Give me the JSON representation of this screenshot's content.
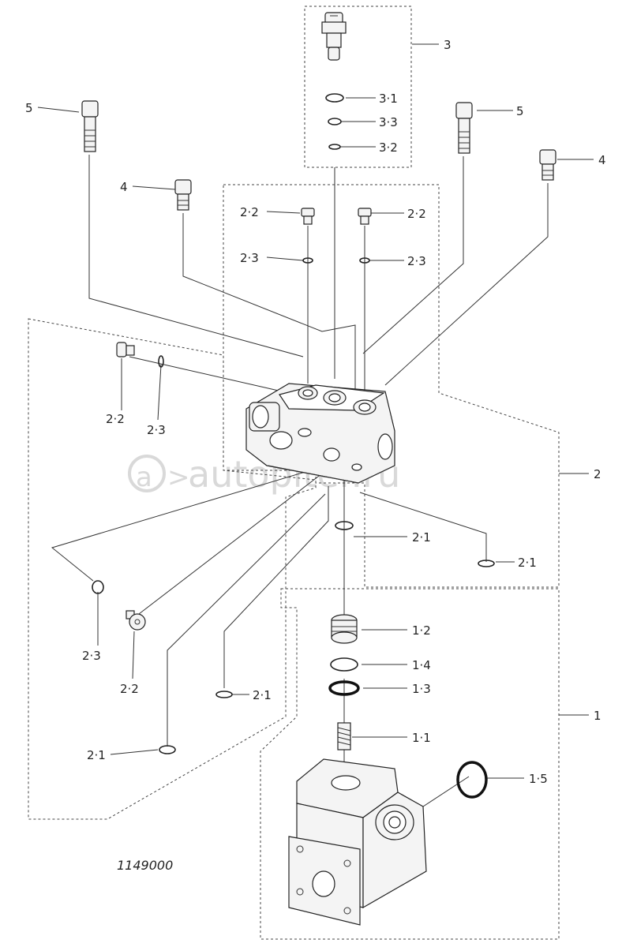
{
  "watermark": "autopiter.ru",
  "reference_number": "1149000",
  "labels": {
    "l1": "1",
    "l1_1": "1·1",
    "l1_2": "1·2",
    "l1_3": "1·3",
    "l1_4": "1·4",
    "l1_5": "1·5",
    "l2": "2",
    "l2_1": "2·1",
    "l2_2": "2·2",
    "l2_3": "2·3",
    "l3": "3",
    "l3_1": "3·1",
    "l3_2": "3·2",
    "l3_3": "3·3",
    "l4": "4",
    "l5": "5"
  }
}
